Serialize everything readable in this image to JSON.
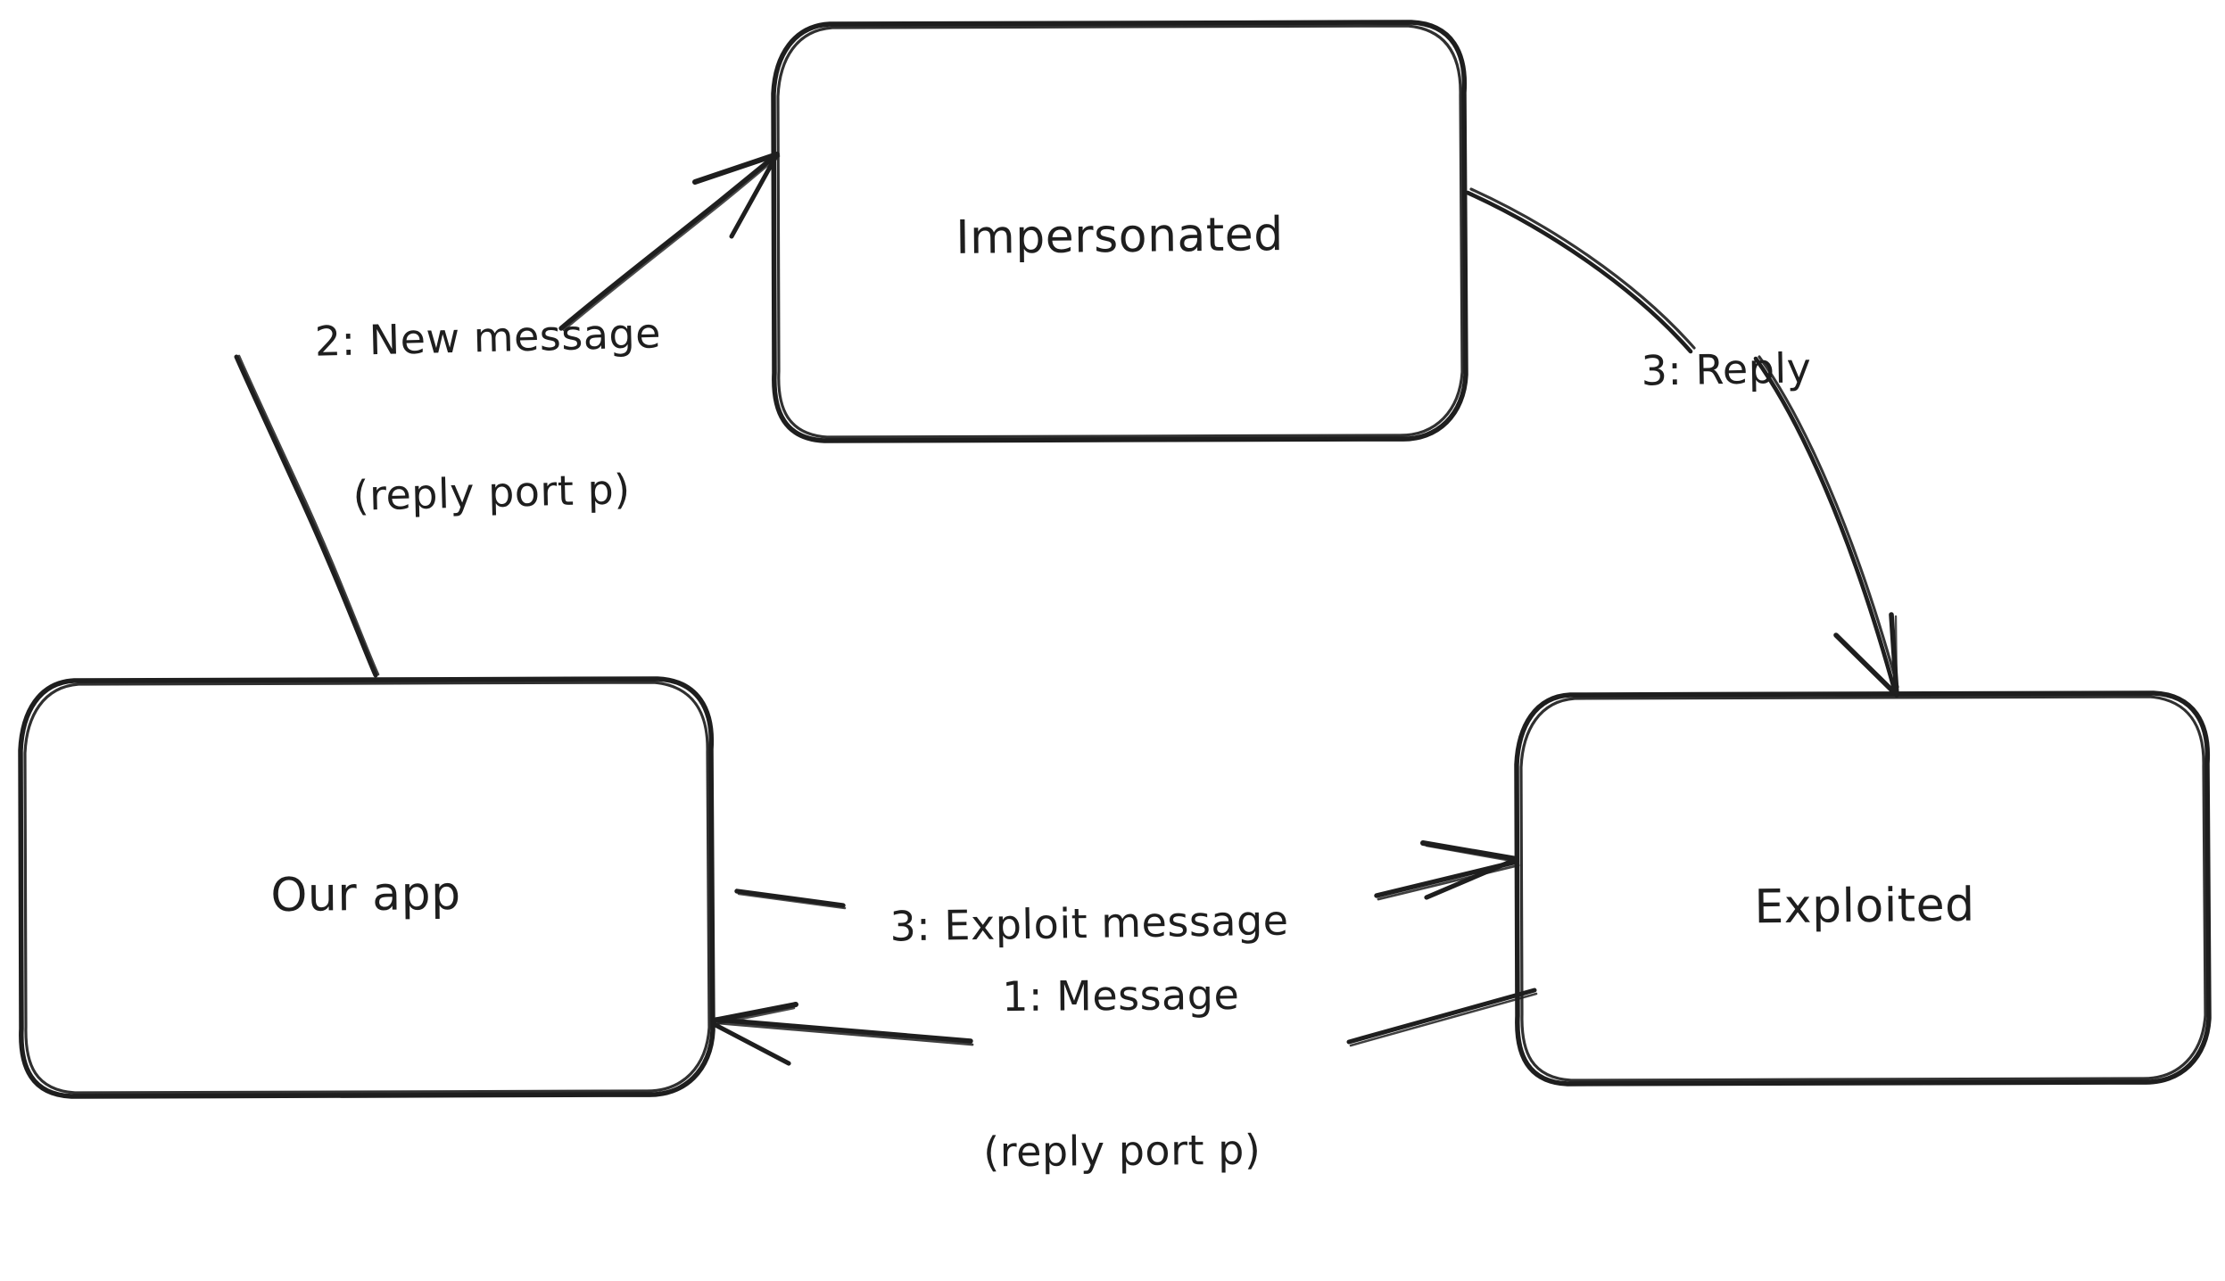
{
  "diagram": {
    "kind": "sequence-flow-diagram",
    "style": "hand-drawn",
    "background_color": "#ffffff",
    "stroke_color": "#1e1e1e",
    "nodes": [
      {
        "id": "impersonated",
        "label": "Impersonated"
      },
      {
        "id": "our-app",
        "label": "Our app"
      },
      {
        "id": "exploited",
        "label": "Exploited"
      }
    ],
    "edges": [
      {
        "id": "edge-new-message",
        "from": "our-app",
        "to": "impersonated",
        "step": "2",
        "label_line1": "2: New message",
        "label_line2": "(reply port p)"
      },
      {
        "id": "edge-reply",
        "from": "impersonated",
        "to": "exploited",
        "step": "3",
        "label_line1": "3: Reply",
        "label_line2": ""
      },
      {
        "id": "edge-exploit-message",
        "from": "our-app",
        "to": "exploited",
        "step": "3",
        "label_line1": "3: Exploit message",
        "label_line2": ""
      },
      {
        "id": "edge-message",
        "from": "exploited",
        "to": "our-app",
        "step": "1",
        "label_line1": "1: Message",
        "label_line2": "(reply port p)"
      }
    ]
  }
}
